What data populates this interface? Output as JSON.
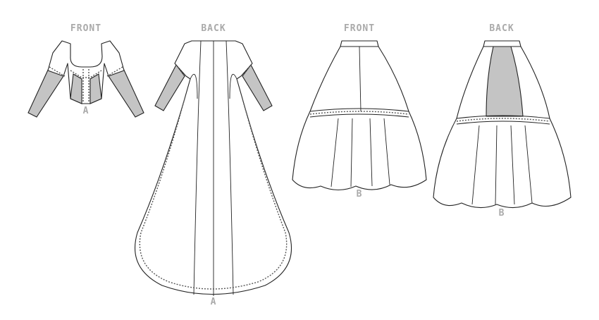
{
  "views": [
    {
      "heading": "FRONT",
      "view": "A"
    },
    {
      "heading": "BACK",
      "view": "A"
    },
    {
      "heading": "FRONT",
      "view": "B"
    },
    {
      "heading": "BACK",
      "view": "B"
    }
  ],
  "colors": {
    "label": "#aaaaaa",
    "shade": "#c4c4c4",
    "line": "#222222"
  }
}
